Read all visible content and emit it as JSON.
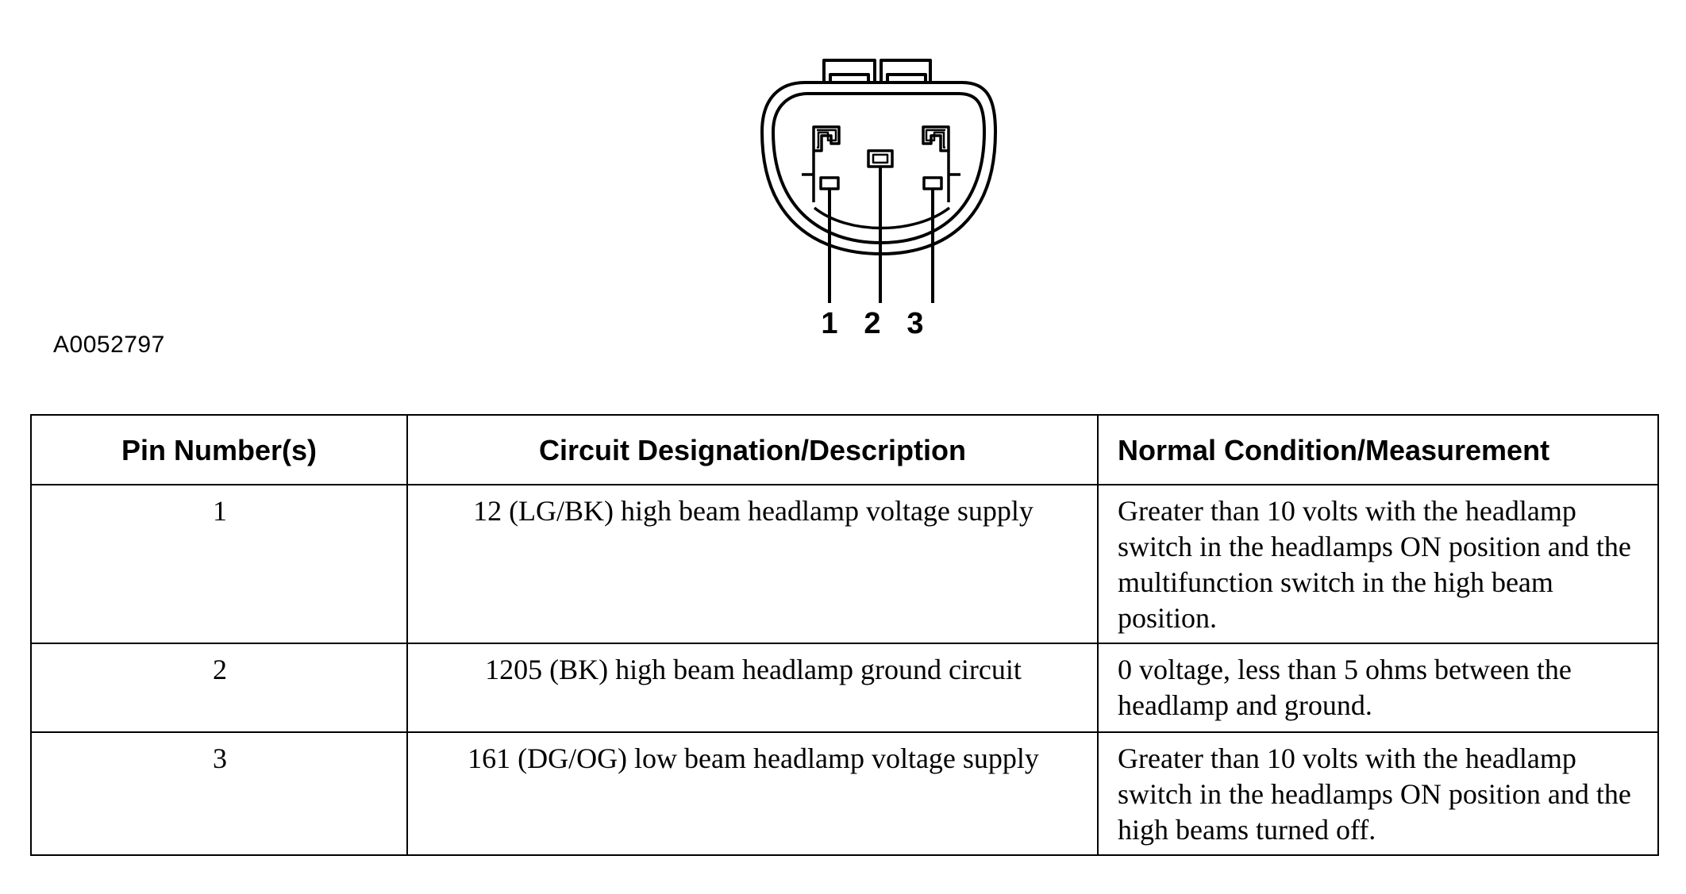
{
  "figure": {
    "id": "A0052797",
    "pin_labels": [
      "1",
      "2",
      "3"
    ]
  },
  "table": {
    "headers": {
      "pin": "Pin Number(s)",
      "circuit": "Circuit Designation/Description",
      "measurement": "Normal Condition/Measurement"
    },
    "rows": [
      {
        "pin": "1",
        "circuit": "12 (LG/BK) high beam headlamp voltage supply",
        "measurement": "Greater than 10 volts with the headlamp switch in the headlamps ON position and the multifunction switch in the high beam position."
      },
      {
        "pin": "2",
        "circuit": "1205 (BK) high beam headlamp ground circuit",
        "measurement": "0 voltage, less than 5 ohms between the headlamp and ground."
      },
      {
        "pin": "3",
        "circuit": "161 (DG/OG) low beam headlamp voltage supply",
        "measurement": "Greater than 10 volts with the headlamp switch in the headlamps ON position and the high beams turned off."
      }
    ]
  }
}
